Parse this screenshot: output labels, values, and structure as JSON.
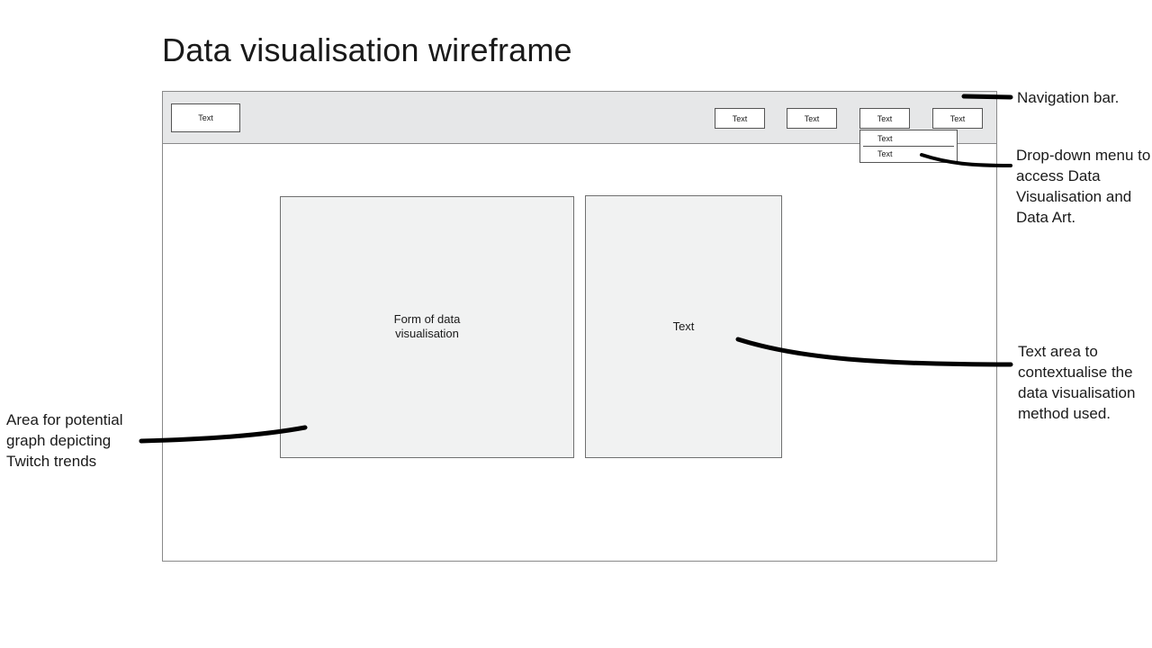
{
  "title": "Data visualisation wireframe",
  "navbar": {
    "logo_label": "Text",
    "buttons": [
      "Text",
      "Text",
      "Text",
      "Text"
    ],
    "dropdown_items": [
      "Text",
      "Text"
    ]
  },
  "panels": {
    "visualisation_line1": "Form of data",
    "visualisation_line2": "visualisation",
    "text_label": "Text"
  },
  "annotations": {
    "navigation": "Navigation bar.",
    "dropdown": "Drop-down menu to access Data Visualisation and Data Art.",
    "text_area": "Text area to contextualise the data visualisation method used.",
    "graph_area": "Area for potential graph depicting Twitch trends"
  }
}
